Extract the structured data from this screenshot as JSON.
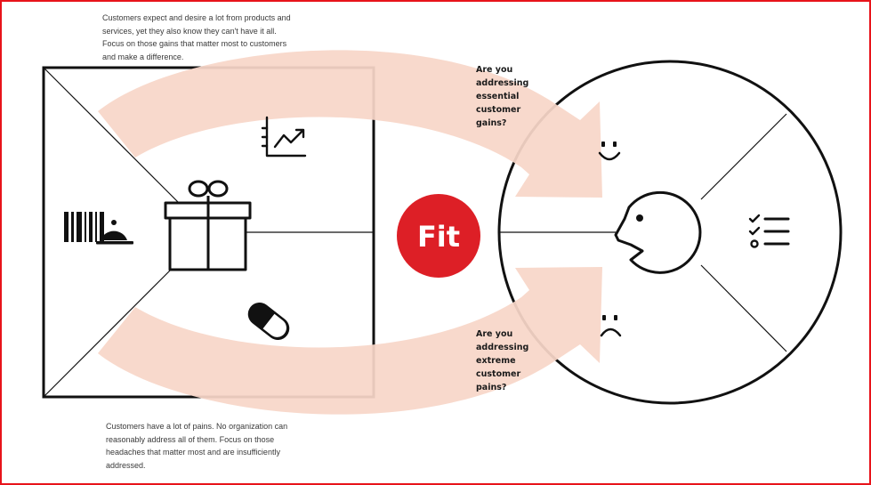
{
  "colors": {
    "frame": "#e8141b",
    "arrow": "#f8d6c8",
    "fit_badge": "#dd1f26",
    "line": "#111111",
    "text": "#3a3a3a"
  },
  "notes": {
    "gains": "Customers expect and desire a lot from products and services, yet they also know they can't have it all. Focus on those gains that matter most to customers and make a difference.",
    "pains": "Customers have a lot of pains. No organization can reasonably address all of them. Focus on those headaches that matter most and are insufficiently addressed."
  },
  "questions": {
    "gains": "Are you\naddressing\nessential\ncustomer\ngains?",
    "pains": "Are you\naddressing\nextreme\ncustomer\npains?"
  },
  "fit_label": "Fit",
  "value_map": {
    "icons": [
      "gain-creators-chart-icon",
      "products-services-gift-icon",
      "products-services-barcode-icon",
      "products-services-cloche-icon",
      "pain-relievers-pill-icon"
    ]
  },
  "customer_profile": {
    "icons": [
      "gains-smile-icon",
      "pains-frown-icon",
      "customer-face-icon",
      "customer-jobs-checklist-icon"
    ]
  }
}
